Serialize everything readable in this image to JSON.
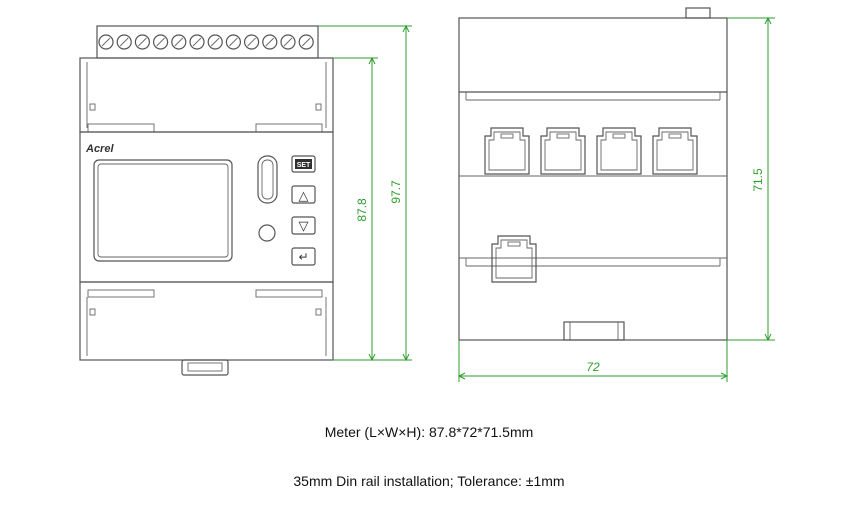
{
  "front_view": {
    "brand": "Acrel",
    "buttons": {
      "set": "SET",
      "up": "△",
      "down": "▽",
      "enter": "↵"
    },
    "dims": {
      "body_height": "87.8",
      "total_height": "97.7"
    }
  },
  "side_view": {
    "dims": {
      "depth": "72",
      "height": "71.5"
    }
  },
  "captions": {
    "line1": "Meter (L×W×H): 87.8*72*71.5mm",
    "line2": "35mm Din rail installation; Tolerance: ±1mm"
  },
  "colors": {
    "outline": "#555555",
    "dimension": "#2e9e2e"
  }
}
